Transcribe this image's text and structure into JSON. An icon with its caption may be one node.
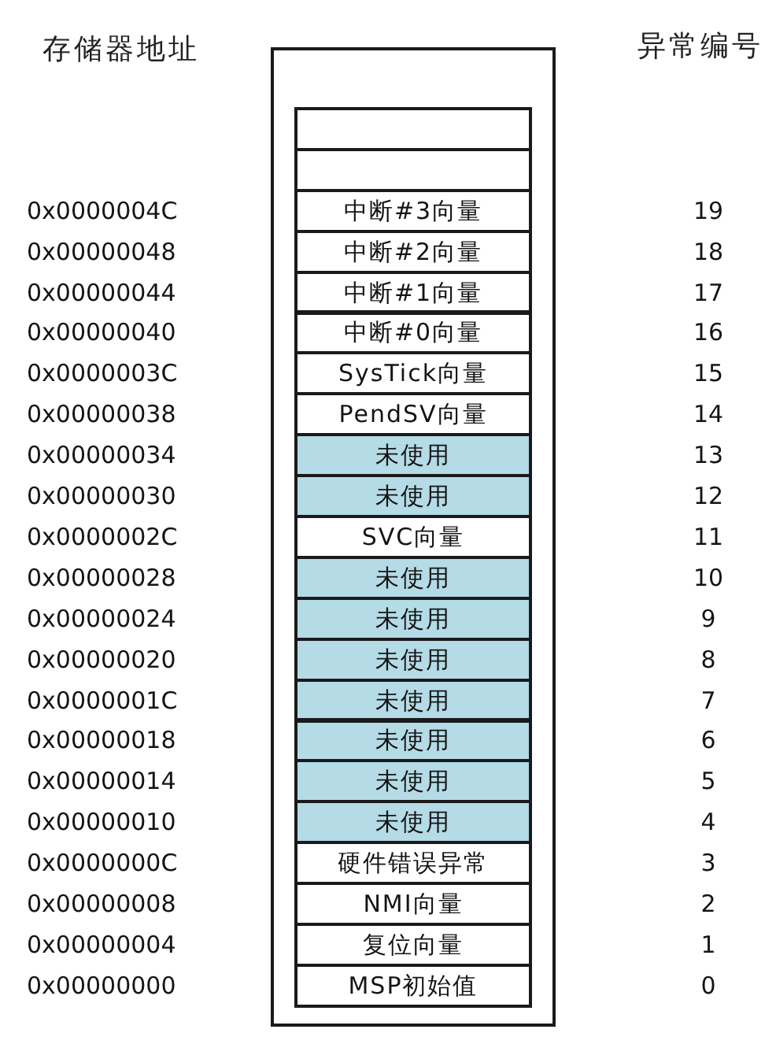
{
  "diagram": {
    "nodes": [
      {
        "text": [],
        "shape": "box"
      },
      {
        "text": [],
        "shape": "box",
        "in": 0
      },
      {
        "text": [],
        "shape": "box",
        "in": 0
      },
      {
        "text": [
          "中断#3向量"
        ],
        "in": 0
      },
      {
        "text": [
          "中断#2向量"
        ],
        "in": 0
      },
      {
        "text": [
          "中断#1向量"
        ],
        "in": 0
      },
      {
        "text": [
          "中断#0向量"
        ],
        "in": 0
      },
      {
        "text": [
          "SysTick向量"
        ],
        "in": 0
      },
      {
        "text": [
          "PendSV向量"
        ],
        "in": 0
      },
      {
        "text": [
          "未使用"
        ],
        "in": 0
      },
      {
        "text": [
          "未使用"
        ],
        "in": 0
      },
      {
        "text": [
          "SVC向量"
        ],
        "in": 0
      },
      {
        "text": [
          "未使用"
        ],
        "in": 0
      },
      {
        "text": [
          "未使用"
        ],
        "in": 0
      },
      {
        "text": [
          "未使用"
        ],
        "in": 0
      },
      {
        "text": [
          "未使用"
        ],
        "in": 0
      },
      {
        "text": [
          "未使用"
        ],
        "in": 0
      },
      {
        "text": [
          "未使用"
        ],
        "in": 0
      },
      {
        "text": [
          "未使用"
        ],
        "in": 0
      },
      {
        "text": [
          "硬件错误异常"
        ],
        "in": 0
      },
      {
        "text": [
          "NMI向量"
        ],
        "in": 0
      },
      {
        "text": [
          "复位向量"
        ],
        "in": 0
      },
      {
        "text": [
          "MSP初始值"
        ],
        "in": 0
      }
    ],
    "labels": [
      "存储器地址",
      "异常编号",
      "0x0000004C",
      "19",
      "0x00000048",
      "18",
      "0x00000044",
      "17",
      "0x00000040",
      "16",
      "0x0000003C",
      "15",
      "0x00000038",
      "14",
      "0x00000034",
      "13",
      "0x00000030",
      "12",
      "0x0000002C",
      "11",
      "0x00000028",
      "10",
      "0x00000024",
      "9",
      "0x00000020",
      "8",
      "0x0000001C",
      "7",
      "0x00000018",
      "6",
      "0x00000014",
      "5",
      "0x00000010",
      "4",
      "0x0000000C",
      "3",
      "0x00000008",
      "2",
      "0x00000004",
      "1",
      "0x00000000",
      "0"
    ]
  }
}
